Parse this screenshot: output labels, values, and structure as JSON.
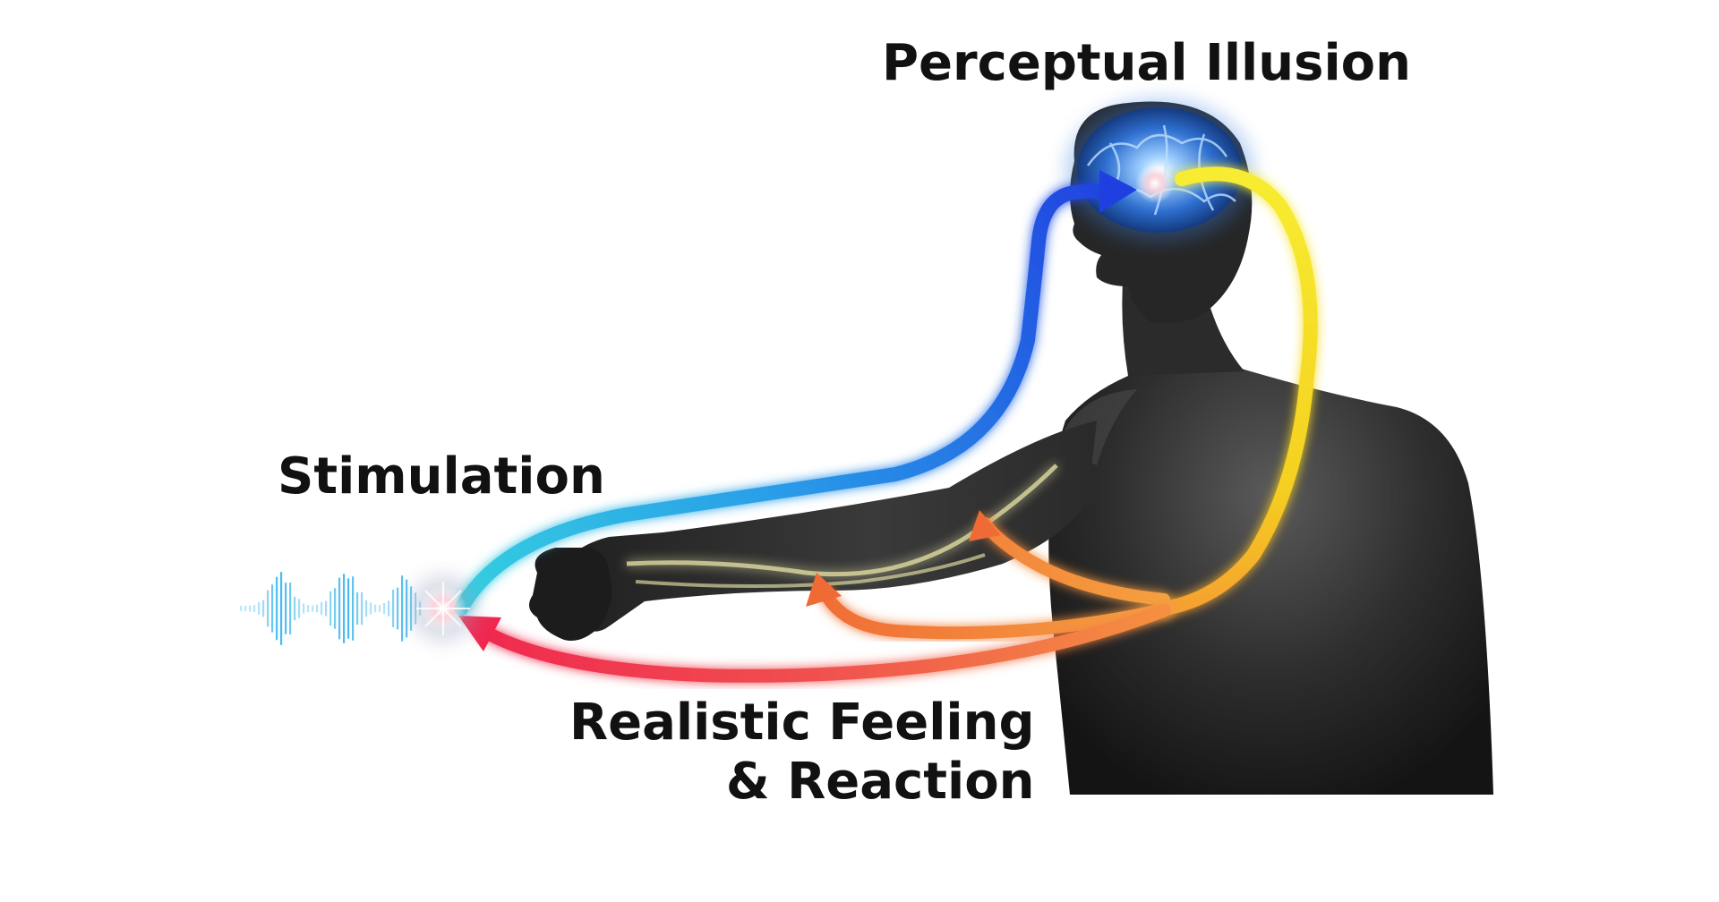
{
  "labels": {
    "perceptual_illusion": "Perceptual Illusion",
    "stimulation": "Stimulation",
    "realistic_feeling_line1": "Realistic Feeling",
    "realistic_feeling_line2": "& Reaction"
  },
  "colors": {
    "background": "#ffffff",
    "body_dark": "#2a2a2a",
    "brain_glow": "#4a8fe0",
    "arrow_stimulus_start": "#35d0e0",
    "arrow_stimulus_end": "#1f3fe0",
    "arrow_brain_out": "#f2e020",
    "arrow_orange": "#f07a30",
    "arrow_red": "#f0304a",
    "nerve_yellow": "#f5f0b0",
    "wave_cyan": "#3fb8ee"
  },
  "icons": [
    "brain-icon",
    "sound-wave-icon",
    "spark-icon",
    "human-silhouette-icon"
  ]
}
